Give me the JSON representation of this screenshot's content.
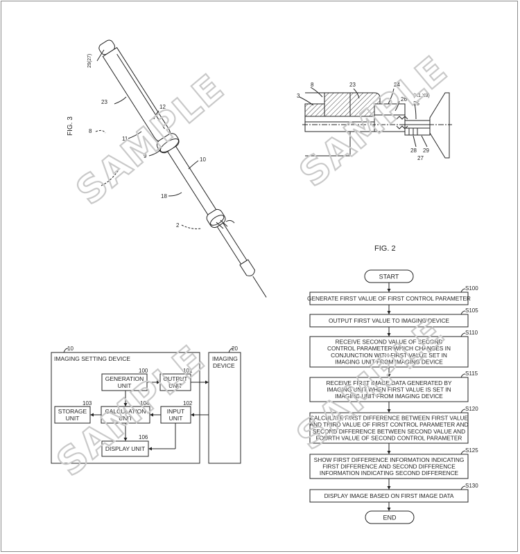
{
  "watermark": "SAMPLE",
  "fig3": {
    "label": "FIG. 3",
    "refs": {
      "r29": "29(27)",
      "r23": "23",
      "r12": "12",
      "r8": "8",
      "r11": "11",
      "r9": "9",
      "r10": "10",
      "r18": "18",
      "r2": "2"
    }
  },
  "fig2": {
    "label": "FIG. 2",
    "refs": {
      "r8": "8",
      "r23": "23",
      "r24": "24",
      "r3": "3",
      "r26": "26",
      "rx": "(X1,X3)",
      "r25": "25",
      "r28": "28",
      "r29": "29",
      "r27": "27"
    }
  },
  "block": {
    "device_ref": "10",
    "device_title": "IMAGING SETTING DEVICE",
    "imaging_ref": "20",
    "imaging_l1": "IMAGING",
    "imaging_l2": "DEVICE",
    "gen": {
      "ref": "100",
      "l1": "GENERATION",
      "l2": "UNIT"
    },
    "out": {
      "ref": "101",
      "l1": "OUTPUT",
      "l2": "UNIT"
    },
    "sto": {
      "ref": "103",
      "l1": "STORAGE",
      "l2": "UNIT"
    },
    "calc": {
      "ref": "104",
      "l1": "CALCULATION",
      "l2": "UNIT"
    },
    "inp": {
      "ref": "102",
      "l1": "INPUT",
      "l2": "UNIT"
    },
    "disp": {
      "ref": "106",
      "l1": "DISPLAY UNIT"
    }
  },
  "flow": {
    "start": "START",
    "end": "END",
    "steps": [
      {
        "ref": "S100",
        "lines": [
          "GENERATE FIRST VALUE OF FIRST CONTROL PARAMETER"
        ]
      },
      {
        "ref": "S105",
        "lines": [
          "OUTPUT FIRST VALUE TO IMAGING DEVICE"
        ]
      },
      {
        "ref": "S110",
        "lines": [
          "RECEIVE SECOND VALUE OF SECOND",
          "CONTROL PARAMETER WHICH CHANGES IN",
          "CONJUNCTION WITH FIRST VALUE SET IN",
          "IMAGING UNIT FROM IMAGING DEVICE"
        ]
      },
      {
        "ref": "S115",
        "lines": [
          "RECEIVE FIRST IMAGE DATA GENERATED BY",
          "IMAGING UNIT WHEN FIRST VALUE IS SET IN",
          "IMAGING UNIT FROM IMAGING DEVICE"
        ]
      },
      {
        "ref": "S120",
        "lines": [
          "CALCULATE FIRST DIFFERENCE BETWEEN FIRST VALUE",
          "AND THIRD VALUE OF FIRST CONTROL PARAMETER AND",
          "SECOND DIFFERENCE BETWEEN SECOND VALUE AND",
          "FOURTH VALUE OF SECOND CONTROL PARAMETER"
        ]
      },
      {
        "ref": "S125",
        "lines": [
          "SHOW FIRST DIFFERENCE INFORMATION INDICATING",
          "FIRST DIFFERENCE AND SECOND DIFFERENCE",
          "INFORMATION INDICATING SECOND DIFFERENCE"
        ]
      },
      {
        "ref": "S130",
        "lines": [
          "DISPLAY IMAGE BASED ON FIRST IMAGE DATA"
        ]
      }
    ]
  }
}
